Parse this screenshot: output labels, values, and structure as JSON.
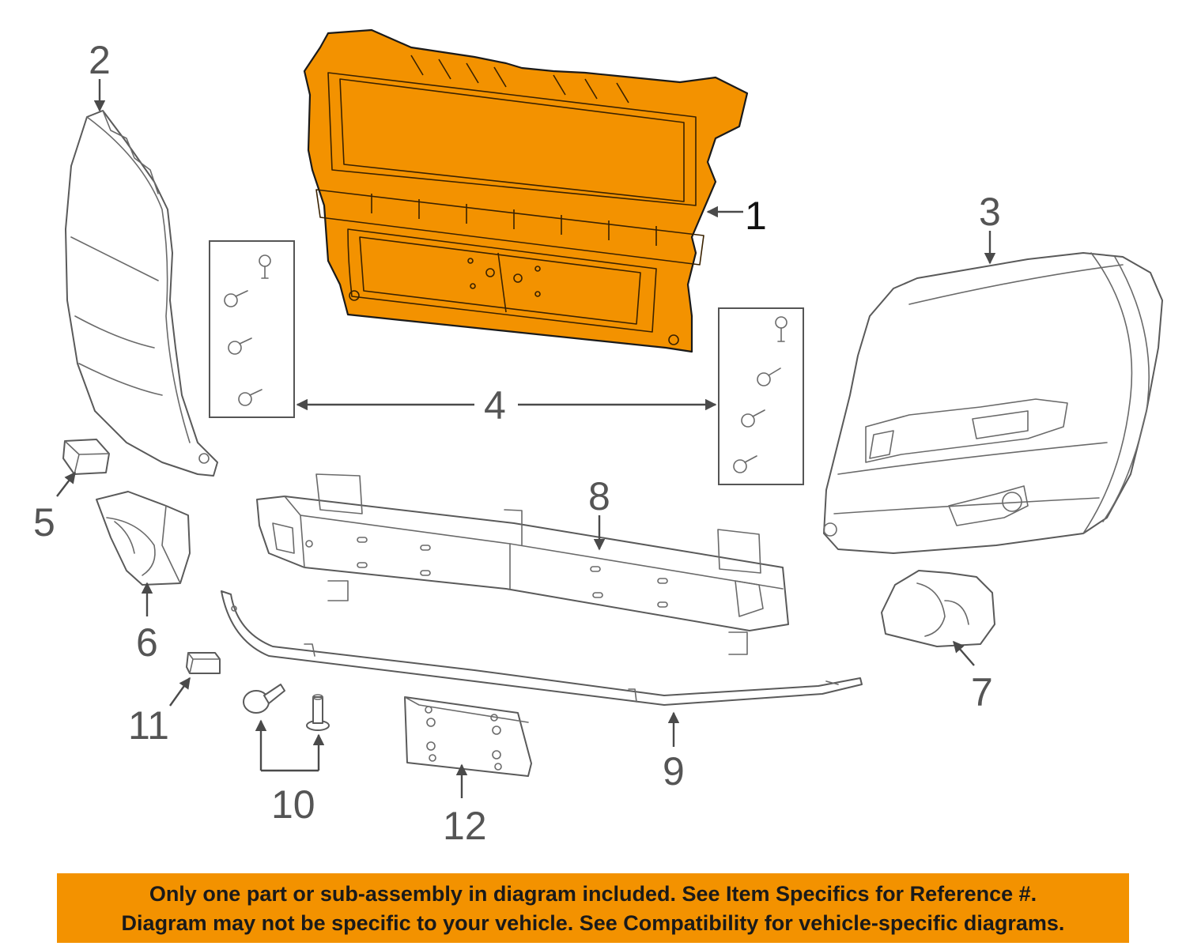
{
  "callouts": {
    "c1": "1",
    "c2": "2",
    "c3": "3",
    "c4": "4",
    "c5": "5",
    "c6": "6",
    "c7": "7",
    "c8": "8",
    "c9": "9",
    "c10": "10",
    "c11": "11",
    "c12": "12"
  },
  "notice": {
    "line1": "Only one part or sub-assembly in diagram included. See Item Specifics for Reference #.",
    "line2": "Diagram may not be specific to your vehicle. See Compatibility for vehicle-specific diagrams."
  },
  "colors": {
    "highlight": "#f39200",
    "line_art": "#5a5a5a",
    "callout_text": "#555555"
  }
}
